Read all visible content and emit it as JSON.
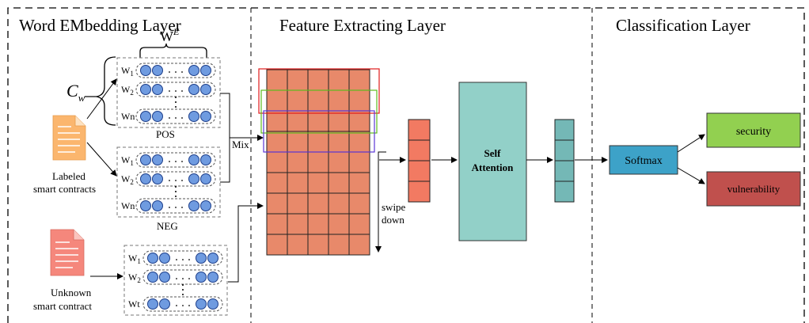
{
  "layers": {
    "embedding": "Word EMbedding Layer",
    "feature": "Feature Extracting Layer",
    "classification": "Classification Layer"
  },
  "embedding": {
    "cw_main": "C",
    "cw_sub": "w",
    "we_main": "W",
    "we_sup": "E",
    "pos_group": {
      "rows": [
        "W1",
        "W2",
        "Wn"
      ],
      "label": "POS"
    },
    "neg_group": {
      "rows": [
        "W1",
        "W2",
        "Wn"
      ],
      "label": "NEG"
    },
    "unknown_group": {
      "rows": [
        "W1",
        "W2",
        "Wt"
      ]
    },
    "labeled_doc": {
      "line1": "Labeled",
      "line2": "smart contracts"
    },
    "unknown_doc": {
      "line1": "Unknown",
      "line2": "smart contract"
    },
    "mix_label": "Mix"
  },
  "feature": {
    "swipe_line1": "swipe",
    "swipe_line2": "down",
    "attention_line1": "Self",
    "attention_line2": "Attention"
  },
  "classification": {
    "softmax": "Softmax",
    "security": "security",
    "vulnerability": "vulnerability"
  },
  "colors": {
    "matrix": "#e8896a",
    "vector": "#f27a62",
    "attention": "#92d0c8",
    "output_vector": "#74b8b6",
    "softmax": "#3da2c8",
    "security": "#92d050",
    "vulnerability": "#c0504d",
    "node": "#6f9be0",
    "labeled_doc": "#fbb66e",
    "unknown_doc": "#f5877c",
    "win_red": "#e01b1b",
    "win_green": "#5dbb1d",
    "win_blue": "#5a35d6"
  }
}
